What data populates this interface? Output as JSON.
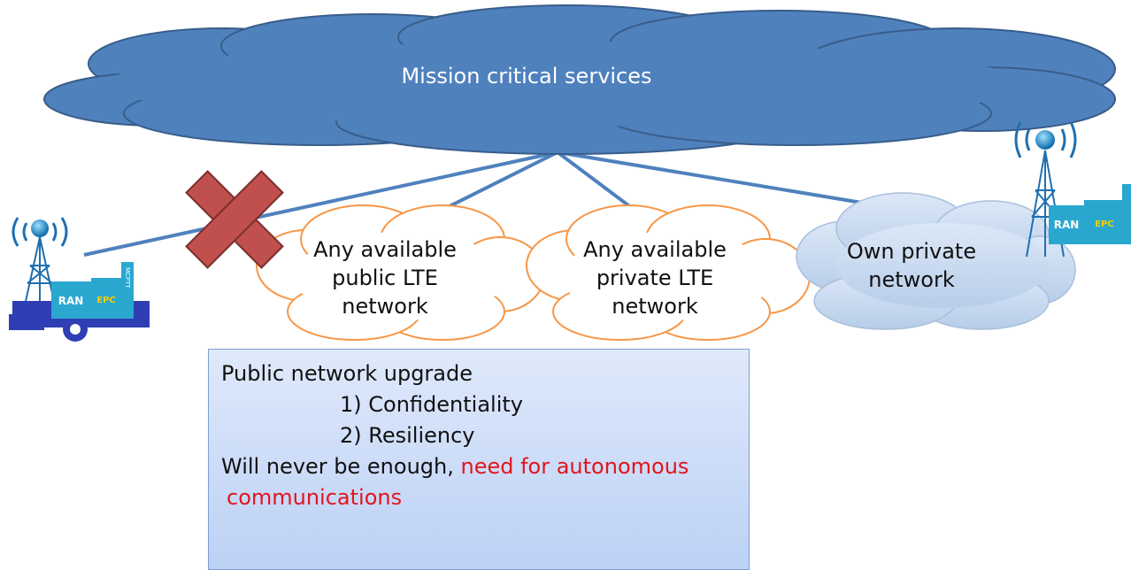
{
  "diagram": {
    "top_cloud_label": "Mission critical services",
    "clouds": [
      {
        "lines": [
          "Any available",
          "public LTE",
          "network"
        ]
      },
      {
        "lines": [
          "Any available",
          "private LTE",
          "network"
        ]
      },
      {
        "lines": [
          "Own private",
          "network"
        ]
      }
    ],
    "left_tower": {
      "ran_label": "RAN",
      "epc_label": "EPC",
      "side_label": "MCPTT"
    },
    "right_tower": {
      "ran_label": "RAN",
      "epc_label": "EPC"
    },
    "info_box": {
      "title": "Public network upgrade",
      "items": [
        "1) Confidentiality",
        "2) Resiliency"
      ],
      "conclusion_plain": "Will never be enough, ",
      "conclusion_red_1": "need for autonomous",
      "conclusion_red_2": "communications"
    },
    "colors": {
      "top_cloud_fill": "#4f81bd",
      "top_cloud_stroke": "#385d8a",
      "lte_cloud_stroke": "#f79646",
      "private_cloud_fill": "#c6d9f1",
      "cross_fill": "#c0504d",
      "link_line": "#4f81bd",
      "tower_blue": "#1f6fb0",
      "highlight_red": "#e3141c"
    }
  }
}
